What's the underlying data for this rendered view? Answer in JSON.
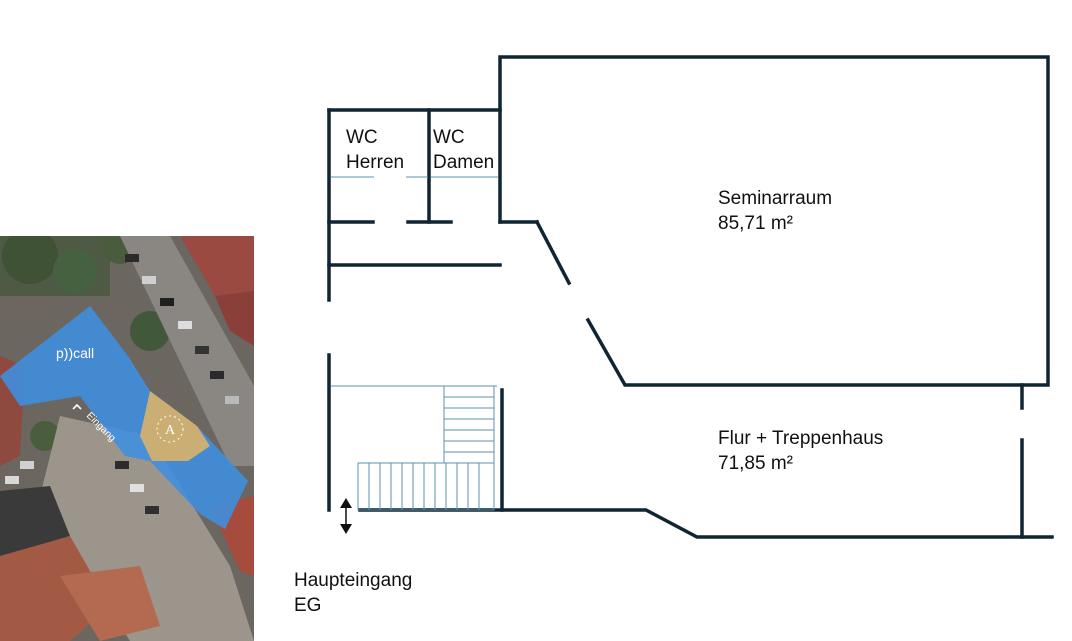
{
  "map": {
    "brand_label": "p))call",
    "marker_letter": "A",
    "entrance_label": "Eingang",
    "colors": {
      "building_highlight": "#3f8fe0",
      "marker_area": "#d2b06e",
      "wall_color": "#0f2533",
      "stair_color": "#5b91ad"
    }
  },
  "plan": {
    "rooms": [
      {
        "name_line1": "WC",
        "name_line2": "Herren"
      },
      {
        "name_line1": "WC",
        "name_line2": "Damen"
      },
      {
        "name_line1": "Seminarraum",
        "name_line2": "85,71 m²"
      },
      {
        "name_line1": "Flur + Treppenhaus",
        "name_line2": "71,85 m²"
      }
    ],
    "entrance": {
      "line1": "Haupteingang",
      "line2": "EG"
    }
  }
}
